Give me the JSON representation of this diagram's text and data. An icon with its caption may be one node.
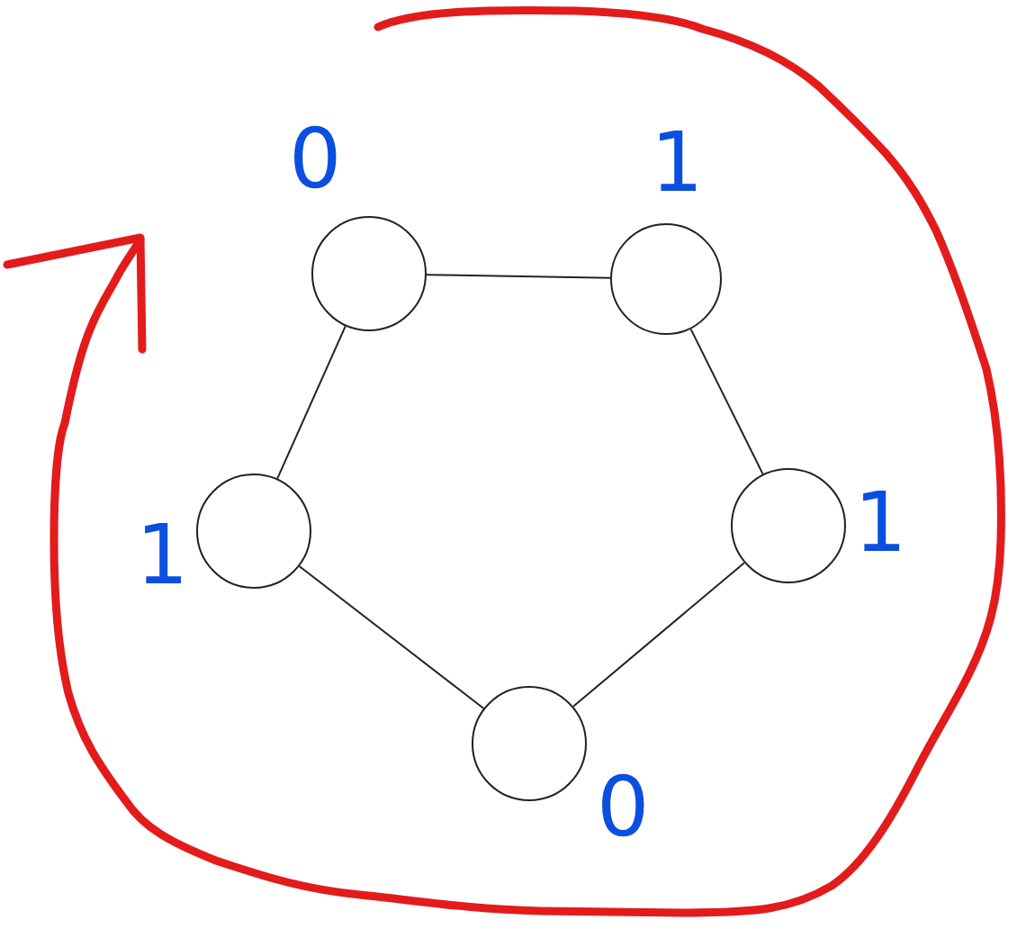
{
  "diagram": {
    "nodes": [
      {
        "text": [],
        "shape": "circle",
        "beside": [
          "0"
        ]
      },
      {
        "text": [],
        "shape": "circle",
        "beside": [
          "1"
        ]
      },
      {
        "text": [],
        "shape": "circle",
        "beside": [
          "1"
        ]
      },
      {
        "text": [],
        "shape": "circle",
        "beside": [
          "1"
        ]
      },
      {
        "text": [],
        "shape": "circle",
        "beside": [
          "0"
        ]
      }
    ],
    "edges": [
      {
        "from": 0,
        "to": 1,
        "arrow": "none"
      },
      {
        "from": 0,
        "to": 2,
        "arrow": "none"
      },
      {
        "from": 1,
        "to": 3,
        "arrow": "none"
      },
      {
        "from": 2,
        "to": 4,
        "arrow": "none"
      },
      {
        "from": 3,
        "to": 4,
        "arrow": "none"
      }
    ]
  }
}
